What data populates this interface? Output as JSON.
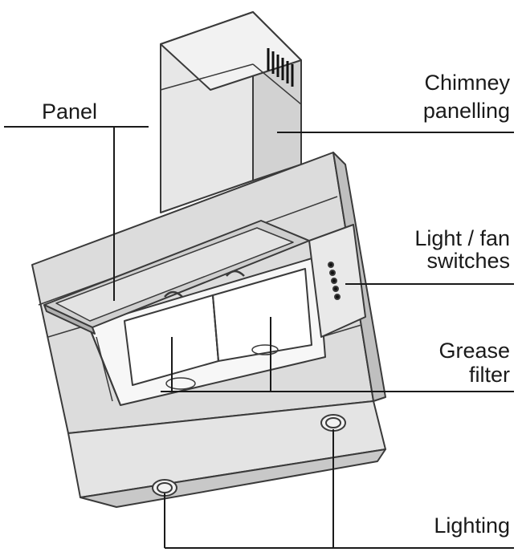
{
  "labels": {
    "panel": "Panel",
    "chimney_line1": "Chimney",
    "chimney_line2": "panelling",
    "switches_line1": "Light / fan",
    "switches_line2": "switches",
    "grease_line1": "Grease",
    "grease_line2": "filter",
    "lighting": "Lighting"
  }
}
